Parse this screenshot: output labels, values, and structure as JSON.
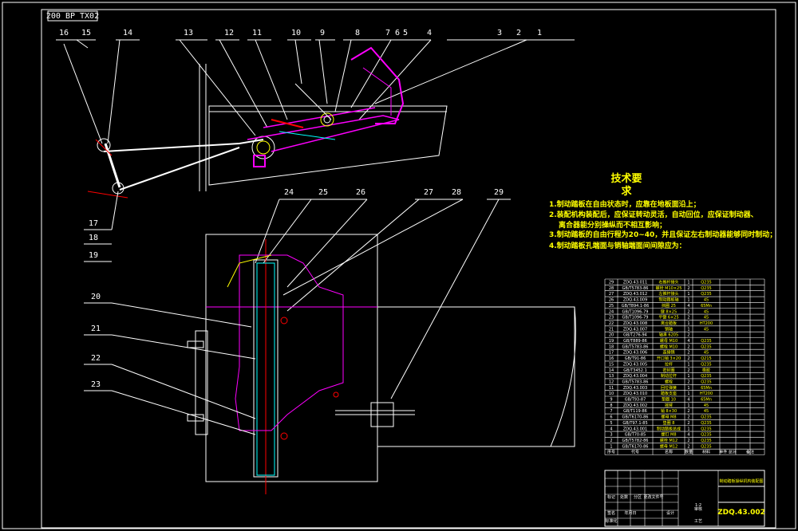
{
  "drawing_code": "200 BP TX02",
  "drawing_number": "ZDQ.43.002",
  "top_callouts": [
    "16",
    "15",
    "14",
    "13",
    "12",
    "11",
    "10",
    "9",
    "8",
    "7",
    "6",
    "5",
    "4",
    "3",
    "2",
    "1"
  ],
  "left_callouts": [
    "17",
    "18",
    "19",
    "20",
    "21",
    "22",
    "23"
  ],
  "mid_callouts": [
    "24",
    "25",
    "26",
    "27",
    "28",
    "29"
  ],
  "tech_title_1": "技术要",
  "tech_title_2": "求",
  "requirements": [
    "1.制动踏板在自由状态时，应靠在地板面沿上；",
    "2.装配机构装配后，应保证转动灵活，自动回位，应保证制动器、",
    "离合器能分别操纵而不相互影响；",
    "3.制动踏板的自由行程为20~40，并且保证左右制动器能够同时制动；",
    "4.制动踏板孔端面与销轴端面间间隙应为："
  ],
  "bom_rows": [
    [
      "29",
      "ZDQ.43.011",
      "右推杆接头",
      "1",
      "Q235"
    ],
    [
      "28",
      "GB/T5783-86",
      "螺栓 M10×25",
      "2",
      "Q235"
    ],
    [
      "27",
      "ZDQ.43.012",
      "左推杆接头",
      "1",
      "Q235"
    ],
    [
      "26",
      "ZDQ.43.009",
      "制动踏板轴",
      "1",
      "45"
    ],
    [
      "25",
      "GB/T894.1-86",
      "挡圈 25",
      "4",
      "65Mn"
    ],
    [
      "24",
      "GB/T1096-79",
      "键 8×25",
      "2",
      "45"
    ],
    [
      "23",
      "GB/T1096-79",
      "平键 6×25",
      "2",
      "45"
    ],
    [
      "22",
      "ZDQ.43.008",
      "离合踏板",
      "1",
      "HT200"
    ],
    [
      "21",
      "ZDQ.43.007",
      "销轴",
      "1",
      "45"
    ],
    [
      "20",
      "GB/T276-94",
      "轴承 6205",
      "2",
      ""
    ],
    [
      "19",
      "GB/T889-86",
      "螺母 M10",
      "4",
      "Q235"
    ],
    [
      "18",
      "GB/T5783-86",
      "螺栓 M10",
      "2",
      "Q235"
    ],
    [
      "17",
      "ZDQ.43.006",
      "连接销",
      "2",
      "45"
    ],
    [
      "16",
      "GB/T91-86",
      "开口销 3×20",
      "2",
      "Q215"
    ],
    [
      "15",
      "ZDQ.43.005",
      "拉杆",
      "1",
      "Q235"
    ],
    [
      "14",
      "GB/T3452.1",
      "密封圈",
      "2",
      "橡胶"
    ],
    [
      "13",
      "ZDQ.43.004",
      "制动拉杆",
      "1",
      "Q235"
    ],
    [
      "12",
      "GB/T5783-86",
      "螺栓",
      "2",
      "Q235"
    ],
    [
      "11",
      "ZDQ.43.003",
      "回位弹簧",
      "1",
      "65Mn"
    ],
    [
      "10",
      "ZDQ.43.010",
      "踏板支座",
      "1",
      "HT200"
    ],
    [
      "9",
      "GB/T93-87",
      "垫圈 10",
      "4",
      "65Mn"
    ],
    [
      "8",
      "ZDQ.43.002",
      "摇臂",
      "1",
      "45"
    ],
    [
      "7",
      "GB/T119-86",
      "销 8×30",
      "2",
      "45"
    ],
    [
      "6",
      "GB/T6170-86",
      "螺母 M8",
      "2",
      "Q235"
    ],
    [
      "5",
      "GB/T97.1-85",
      "垫圈 8",
      "2",
      "Q235"
    ],
    [
      "4",
      "ZDQ.43.001",
      "制动踏板总成",
      "1",
      "Q235"
    ],
    [
      "3",
      "GB/T70-85",
      "螺钉 M8",
      "4",
      "Q235"
    ],
    [
      "2",
      "GB/T5782-86",
      "螺栓 M12",
      "2",
      "Q235"
    ],
    [
      "1",
      "GB/T6170-86",
      "螺母 M12",
      "2",
      "Q235"
    ]
  ],
  "bom_header": [
    "序号",
    "代号",
    "名称",
    "数量",
    "材料",
    "单件 总计",
    "备注"
  ],
  "title_block": {
    "name": "制动踏板操纵机构装配图",
    "labels": [
      "标记",
      "处数",
      "分区",
      "更改文件号",
      "签名",
      "年月日",
      "设计",
      "标准化",
      "审核",
      "工艺",
      "批准",
      "阶段标记",
      "重量",
      "比例",
      "共 张 第 张"
    ],
    "scale": "1:2"
  },
  "colors": {
    "line": "#ffffff",
    "yellow": "#ffff00",
    "magenta": "#ff00ff",
    "red": "#ff0000",
    "cyan": "#00ffff",
    "green": "#00ff00"
  }
}
